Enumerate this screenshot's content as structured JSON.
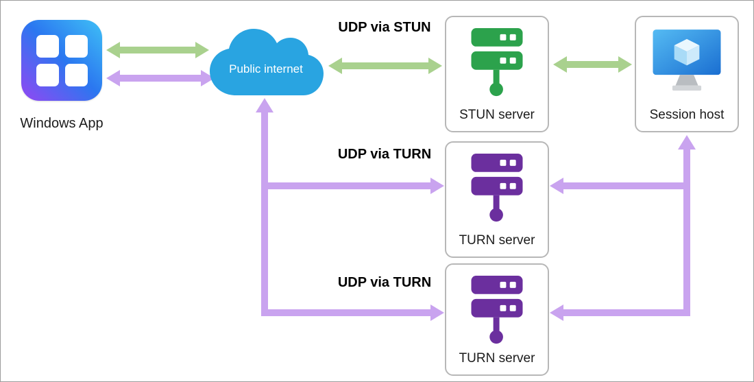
{
  "nodes": {
    "windows_app": {
      "label": "Windows App"
    },
    "public_internet": {
      "label": "Public internet"
    },
    "stun_server": {
      "label": "STUN server"
    },
    "session_host": {
      "label": "Session host"
    },
    "turn_server_1": {
      "label": "TURN server"
    },
    "turn_server_2": {
      "label": "TURN server"
    }
  },
  "labels": {
    "udp_via_stun": "UDP via STUN",
    "udp_via_turn_1": "UDP via TURN",
    "udp_via_turn_2": "UDP via TURN"
  },
  "colors": {
    "arrow_green": "#a9d18e",
    "arrow_purple": "#c9a3ef",
    "stun_green": "#2ca24c",
    "turn_purple": "#6b2f9e",
    "cloud_blue": "#29a4e1"
  }
}
